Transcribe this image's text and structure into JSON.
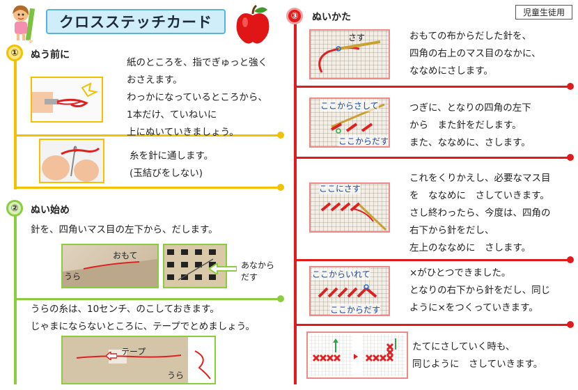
{
  "header": {
    "title": "クロスステッチカード",
    "badge": "児童生徒用"
  },
  "section1": {
    "number": "①",
    "heading": "ぬう前に",
    "lines_a": [
      "紙のところを、指でぎゅっと強く",
      "おさえます。",
      "わっかになっているところから、",
      "1本だけ、ていねいに",
      "上にぬいていきましょう。"
    ],
    "lines_b": [
      "糸を針に通します。",
      "(玉結びをしない)"
    ]
  },
  "section2": {
    "number": "②",
    "heading": "ぬい始め",
    "line1": "針を、四角いマス目の左下から、だします。",
    "photo_labels": {
      "front": "おもて",
      "back": "うら",
      "hole_line1": "あなから",
      "hole_line2": "だす",
      "tape": "テープ",
      "back2": "うら"
    },
    "lines_c": [
      "うらの糸は、10センチ、のこしておきます。",
      "じゃまにならないところに、テープでとめましょう。"
    ]
  },
  "section3": {
    "number": "③",
    "heading": "ぬいかた",
    "steps": [
      {
        "labels": [
          "さす"
        ],
        "lines": [
          "おもての布からだした針を、",
          "四角の右上のマス目のなかに、",
          "ななめにさします。"
        ]
      },
      {
        "labels": [
          "ここからさして",
          "ここからだす"
        ],
        "lines": [
          "つぎに、となりの四角の左下",
          "から　また針をだします。",
          "また、ななめに、さします。"
        ]
      },
      {
        "labels": [
          "ここにさす"
        ],
        "lines": [
          "これをくりかえし、必要なマス目",
          "を　ななめに　さしていきます。",
          "さし終わったら、今度は、四角の",
          "右下から針をだし、",
          "左上のななめに　さします。"
        ]
      },
      {
        "labels": [
          "ここからいれて",
          "ここからだす"
        ],
        "lines": [
          "×がひとつできました。",
          "となりの右下から針をだし、同じ",
          "ように×をつくっていきます。"
        ]
      },
      {
        "labels": [],
        "lines": [
          "たてにさしていく時も、",
          "同じように　さしていきます。"
        ]
      }
    ]
  },
  "colors": {
    "yellow": "#f2c200",
    "green": "#8ccc40",
    "red": "#e21a1a",
    "title_bg": "#cfeefa"
  }
}
